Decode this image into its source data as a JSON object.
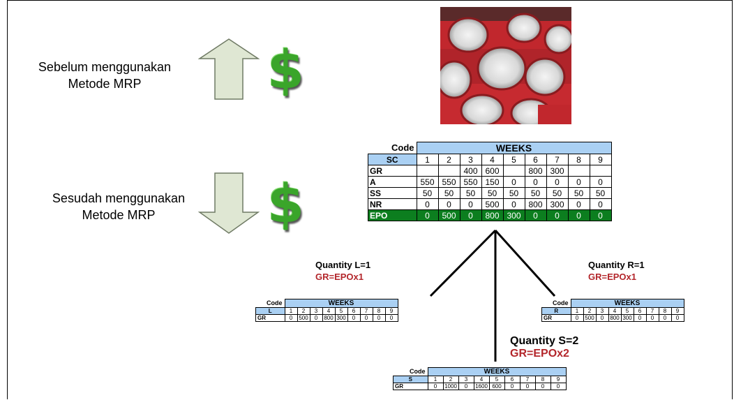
{
  "labels": {
    "before": [
      "Sebelum menggunakan",
      "Metode MRP"
    ],
    "after": [
      "Sesudah menggunakan",
      "Metode MRP"
    ]
  },
  "icons": [
    "up-arrow-icon",
    "down-arrow-icon",
    "dollar-icon",
    "dollar-icon"
  ],
  "colors": {
    "arrow_fill": "#dfe7d3",
    "dollar": "#3aa52a",
    "table_header": "#aad0f3",
    "epo_row": "#0c7e1f",
    "formula": "#b3262b"
  },
  "main_table": {
    "code_label": "Code",
    "weeks_label": "WEEKS",
    "item": "SC",
    "weeks": [
      "1",
      "2",
      "3",
      "4",
      "5",
      "6",
      "7",
      "8",
      "9"
    ],
    "rows": [
      {
        "label": "GR",
        "values": [
          "",
          "",
          "400",
          "600",
          "",
          "800",
          "300",
          "",
          ""
        ]
      },
      {
        "label": "A",
        "values": [
          "550",
          "550",
          "550",
          "150",
          "0",
          "0",
          "0",
          "0",
          "0"
        ]
      },
      {
        "label": "SS",
        "values": [
          "50",
          "50",
          "50",
          "50",
          "50",
          "50",
          "50",
          "50",
          "50"
        ]
      },
      {
        "label": "NR",
        "values": [
          "0",
          "0",
          "0",
          "500",
          "0",
          "800",
          "300",
          "0",
          "0"
        ]
      },
      {
        "label": "EPO",
        "values": [
          "0",
          "500",
          "0",
          "800",
          "300",
          "0",
          "0",
          "0",
          "0"
        ]
      }
    ]
  },
  "quantities": {
    "L": {
      "quantity": "Quantity L=1",
      "formula": "GR=EPOx1"
    },
    "R": {
      "quantity": "Quantity R=1",
      "formula": "GR=EPOx1"
    },
    "S": {
      "quantity": "Quantity S=2",
      "formula": "GR=EPOx2"
    }
  },
  "table_L": {
    "code_label": "Code",
    "weeks_label": "WEEKS",
    "item": "L",
    "weeks": [
      "1",
      "2",
      "3",
      "4",
      "5",
      "6",
      "7",
      "8",
      "9"
    ],
    "row": {
      "label": "GR",
      "values": [
        "0",
        "500",
        "0",
        "800",
        "300",
        "0",
        "0",
        "0",
        "0"
      ]
    }
  },
  "table_R": {
    "code_label": "Code",
    "weeks_label": "WEEKS",
    "item": "R",
    "weeks": [
      "1",
      "2",
      "3",
      "4",
      "5",
      "6",
      "7",
      "8",
      "9"
    ],
    "row": {
      "label": "GR",
      "values": [
        "0",
        "500",
        "0",
        "800",
        "300",
        "0",
        "0",
        "0",
        "0"
      ]
    }
  },
  "table_S": {
    "code_label": "Code",
    "weeks_label": "WEEKS",
    "item": "S",
    "weeks": [
      "1",
      "2",
      "3",
      "4",
      "5",
      "6",
      "7",
      "8",
      "9"
    ],
    "row": {
      "label": "GR",
      "values": [
        "0",
        "1000",
        "0",
        "1600",
        "600",
        "0",
        "0",
        "0",
        "0"
      ]
    }
  }
}
